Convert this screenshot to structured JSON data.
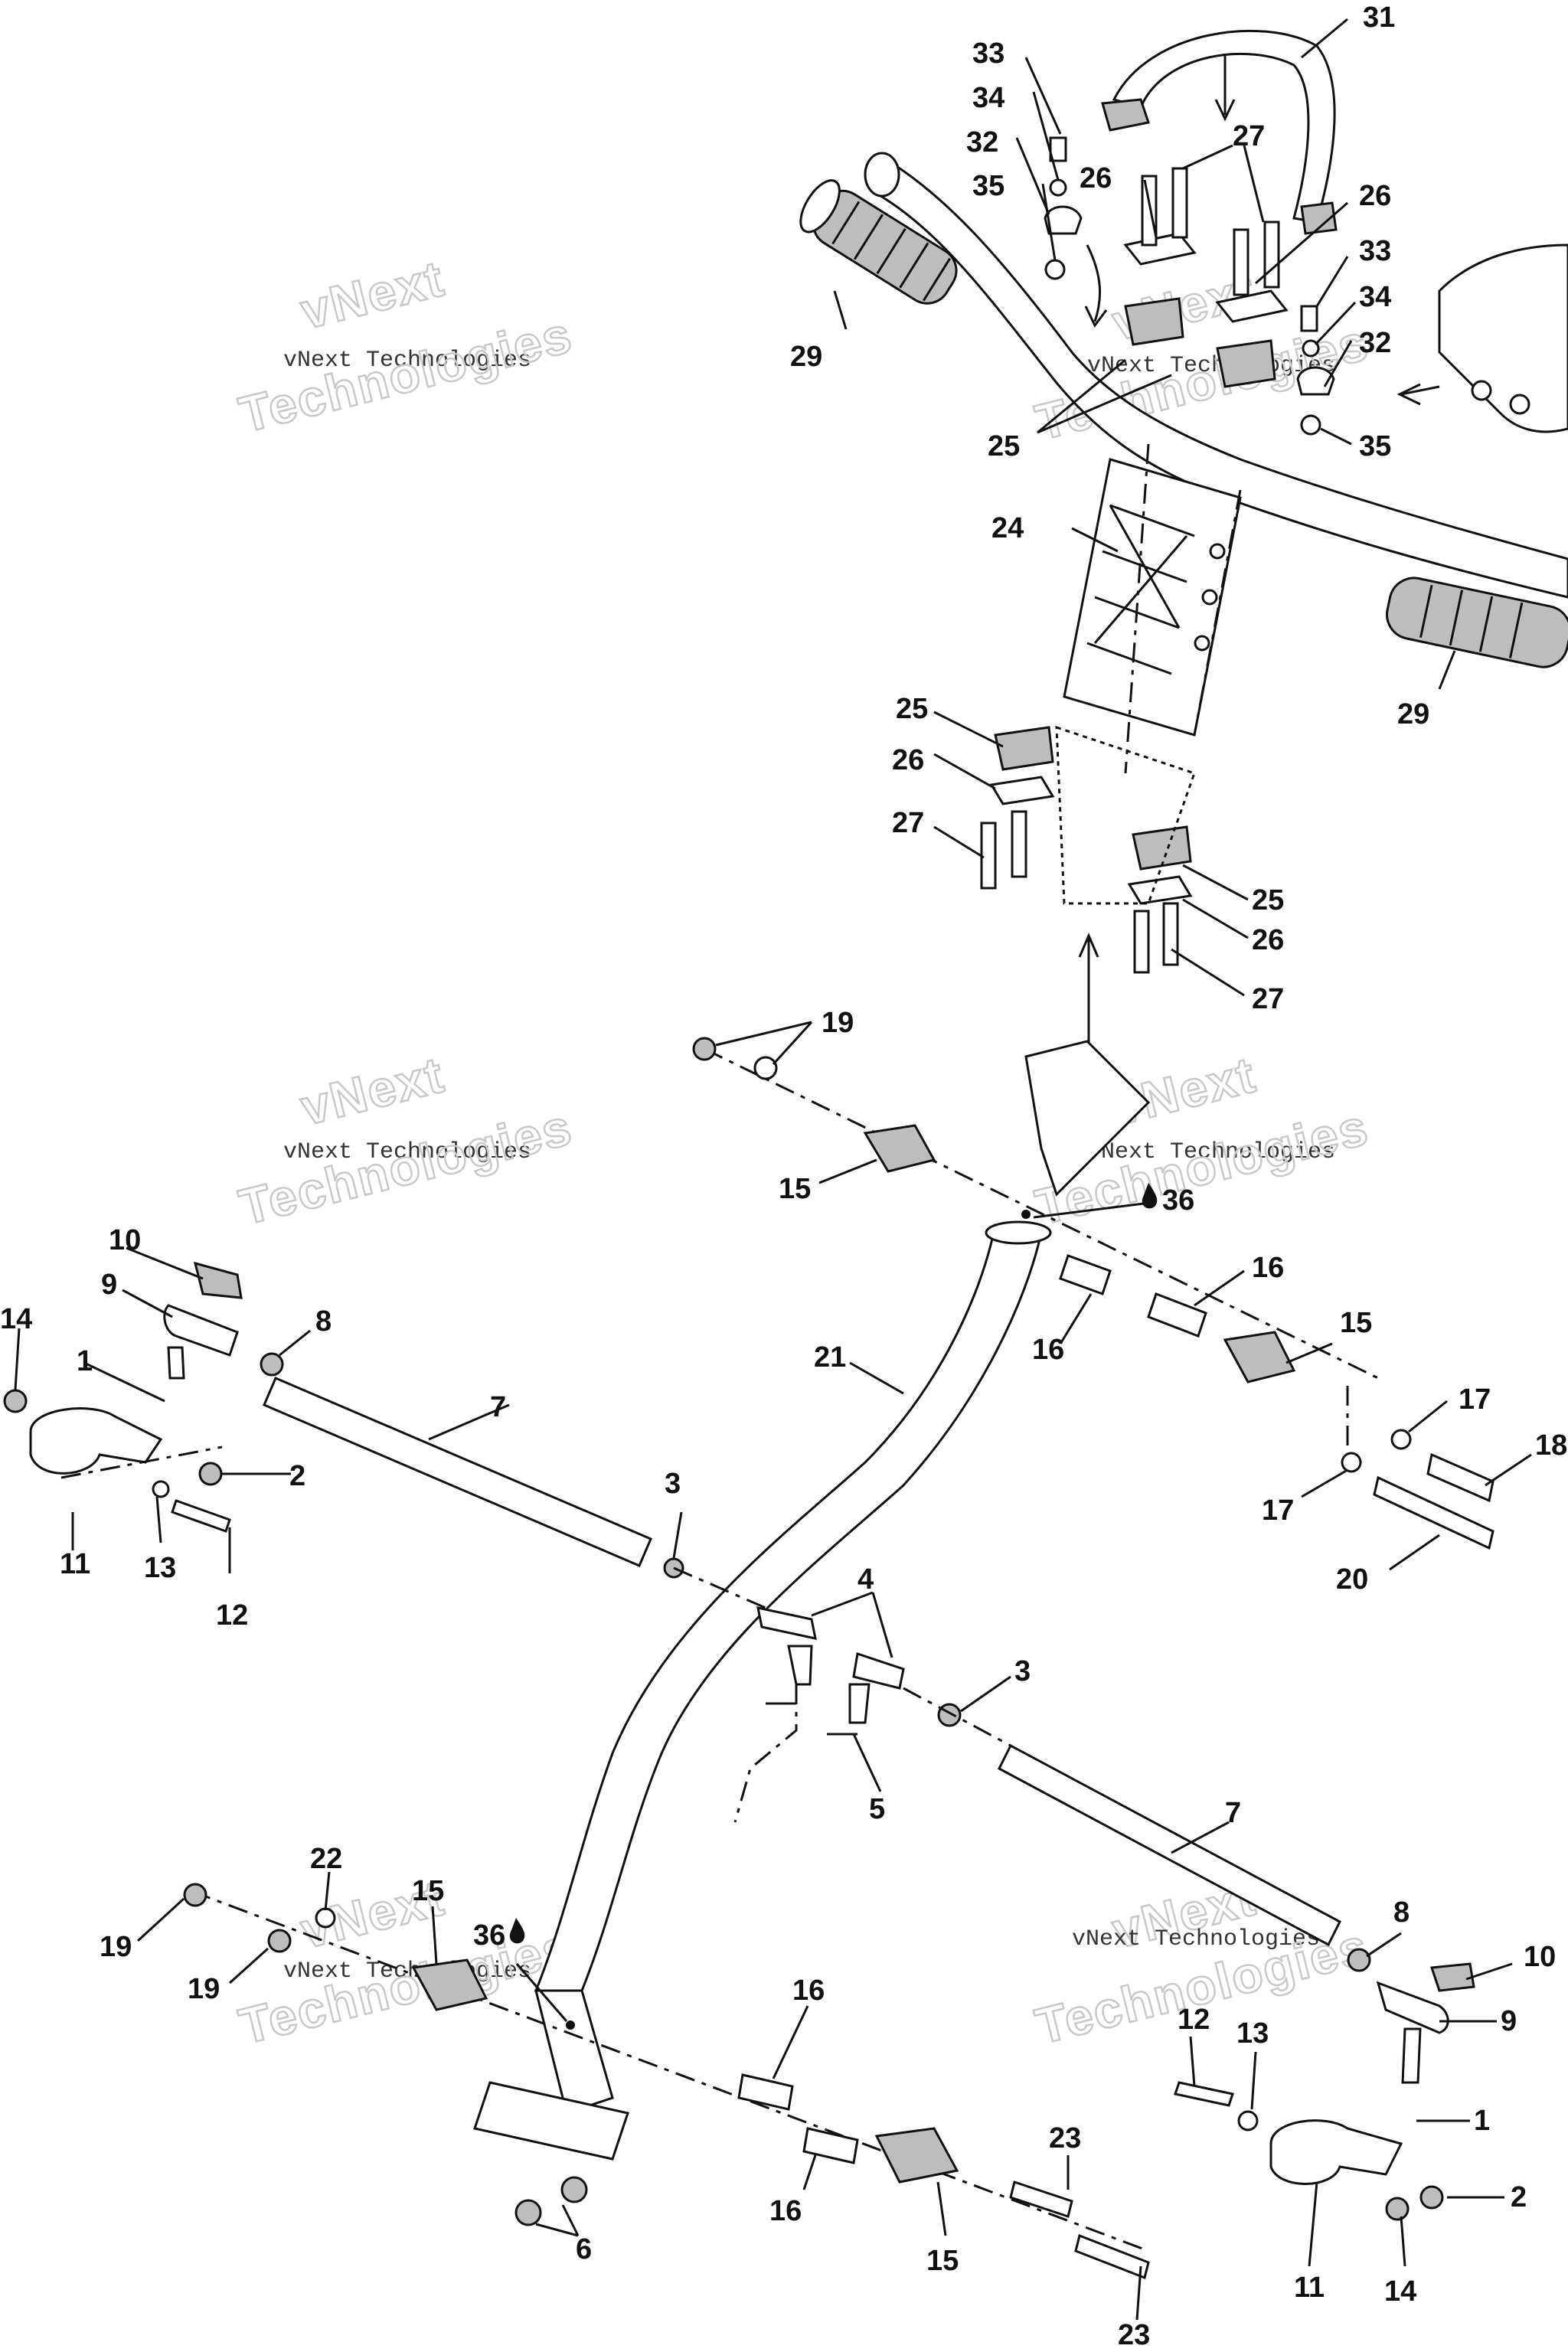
{
  "labels": {
    "l1a": "1",
    "l1b": "1",
    "l2a": "2",
    "l2b": "2",
    "l3a": "3",
    "l3b": "3",
    "l4": "4",
    "l5": "5",
    "l6": "6",
    "l7a": "7",
    "l7b": "7",
    "l8a": "8",
    "l8b": "8",
    "l9a": "9",
    "l9b": "9",
    "l10a": "10",
    "l10b": "10",
    "l11a": "11",
    "l11b": "11",
    "l12a": "12",
    "l12b": "12",
    "l13a": "13",
    "l13b": "13",
    "l14a": "14",
    "l14b": "14",
    "l15a": "15",
    "l15b": "15",
    "l15c": "15",
    "l15d": "15",
    "l16a": "16",
    "l16b": "16",
    "l16c": "16",
    "l16d": "16",
    "l17a": "17",
    "l17b": "17",
    "l18": "18",
    "l19a": "19",
    "l19b": "19",
    "l19c": "19",
    "l20": "20",
    "l21": "21",
    "l22": "22",
    "l23a": "23",
    "l23b": "23",
    "l24": "24",
    "l25a": "25",
    "l25b": "25",
    "l25c": "25",
    "l26a": "26",
    "l26b": "26",
    "l26c": "26",
    "l26d": "26",
    "l27a": "27",
    "l27b": "27",
    "l27c": "27",
    "l29a": "29",
    "l29b": "29",
    "l31": "31",
    "l32a": "32",
    "l32b": "32",
    "l33a": "33",
    "l33b": "33",
    "l34a": "34",
    "l34b": "34",
    "l35a": "35",
    "l35b": "35",
    "l36a": "36",
    "l36b": "36"
  },
  "watermark": {
    "brand": "vNext",
    "company": "vNext Technologies",
    "big": "Technologies"
  }
}
